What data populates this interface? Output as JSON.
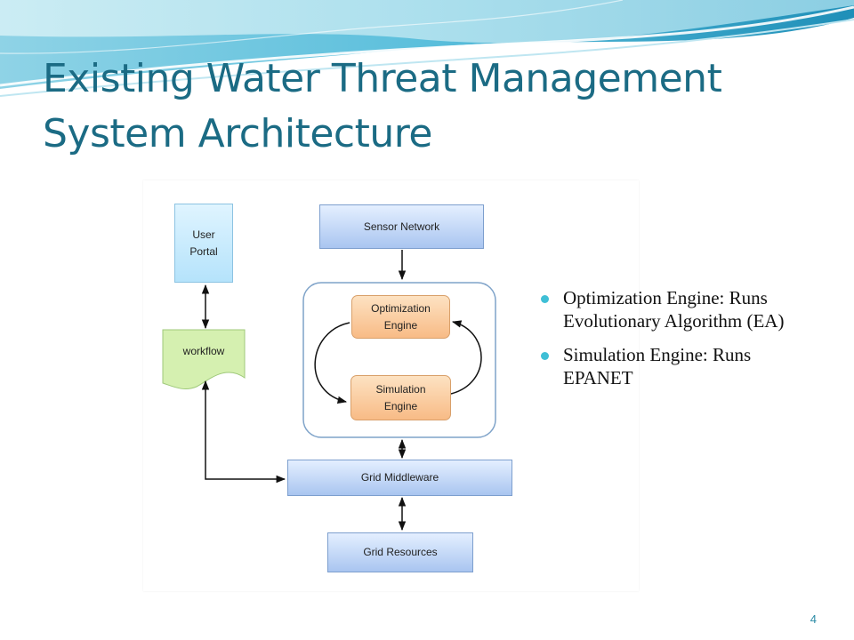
{
  "slide": {
    "title_line1": "Existing Water Threat Management",
    "title_line2": "System Architecture",
    "page_number": "4"
  },
  "diagram": {
    "nodes": {
      "user_portal": "User\nPortal",
      "sensor_network": "Sensor Network",
      "optimization_engine": "Optimization\nEngine",
      "simulation_engine": "Simulation\nEngine",
      "workflow": "workflow",
      "grid_middleware": "Grid Middleware",
      "grid_resources": "Grid Resources"
    }
  },
  "bullets": [
    "Optimization Engine: Runs Evolutionary Algorithm (EA)",
    "Simulation Engine: Runs EPANET"
  ],
  "colors": {
    "title": "#1b6b84",
    "bullet": "#3fbfd6",
    "node_blue": "#a9c5f0",
    "node_orange": "#f8bb86",
    "workflow_green": "#d5f0b0"
  }
}
